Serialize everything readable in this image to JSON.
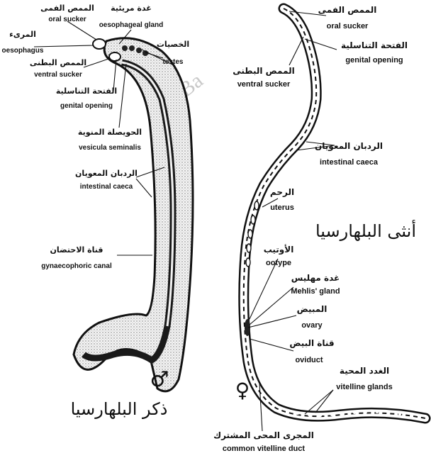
{
  "male": {
    "title": "ذكر البلهارسيا",
    "symbol": "♂",
    "labels": {
      "oral_sucker": {
        "ar": "الممص الفمى",
        "en": "oral sucker"
      },
      "oesophageal_gland": {
        "ar": "غدة مريئية",
        "en": "oesophageal gland"
      },
      "oesophagus": {
        "ar": "المرىء",
        "en": "oesophagus"
      },
      "testes": {
        "ar": "الخصيات",
        "en": "testes"
      },
      "ventral_sucker": {
        "ar": "الممص البطنى",
        "en": "ventral sucker"
      },
      "genital_opening": {
        "ar": "الفتحة التناسلية",
        "en": "genital opening"
      },
      "vesicula_seminalis": {
        "ar": "الحويصلة المنوية",
        "en": "vesicula seminalis"
      },
      "intestinal_caeca": {
        "ar": "الردبان المعويان",
        "en": "intestinal caeca"
      },
      "gynaecophoric_canal": {
        "ar": "قناة الاحتضان",
        "en": "gynaecophoric canal"
      }
    }
  },
  "female": {
    "title": "أنثى البلهارسيا",
    "symbol": "♀",
    "labels": {
      "oral_sucker": {
        "ar": "الممص الفمى",
        "en": "oral sucker"
      },
      "genital_opening": {
        "ar": "الفتحة التناسلية",
        "en": "genital opening"
      },
      "ventral_sucker": {
        "ar": "الممص البطنى",
        "en": "ventral sucker"
      },
      "intestinal_caeca": {
        "ar": "الردبان المعويان",
        "en": "intestinal caeca"
      },
      "uterus": {
        "ar": "الرحم",
        "en": "uterus"
      },
      "ootype": {
        "ar": "الأوتيب",
        "en": "ootype"
      },
      "mehlis_gland": {
        "ar": "غدة مهليس",
        "en": "Mehlis' gland"
      },
      "ovary": {
        "ar": "المبيض",
        "en": "ovary"
      },
      "oviduct": {
        "ar": "قناة البيض",
        "en": "oviduct"
      },
      "vitelline_glands": {
        "ar": "الغدد المحية",
        "en": "vitelline glands"
      },
      "common_vitelline_duct": {
        "ar": "المجرى المحى المشترك",
        "en": "common vitelline duct"
      }
    }
  },
  "watermark": "Ba"
}
